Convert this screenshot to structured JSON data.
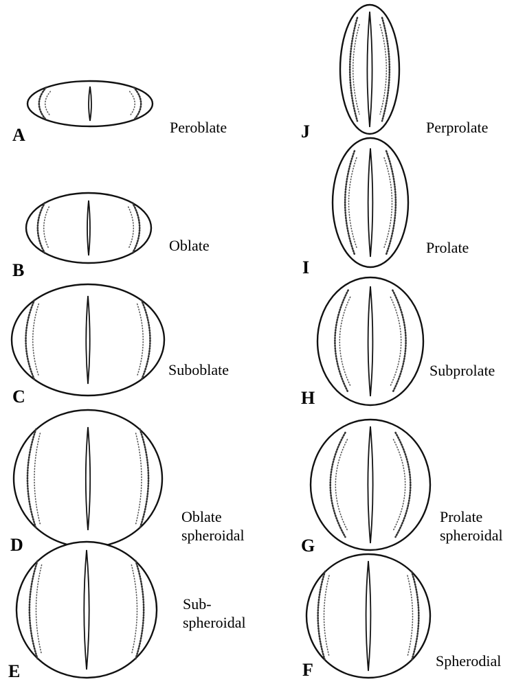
{
  "grains": [
    {
      "id": "A",
      "letter": "A",
      "lines": [
        "Peroblate"
      ]
    },
    {
      "id": "B",
      "letter": "B",
      "lines": [
        "Oblate"
      ]
    },
    {
      "id": "C",
      "letter": "C",
      "lines": [
        "Suboblate"
      ]
    },
    {
      "id": "D",
      "letter": "D",
      "lines": [
        "Oblate",
        "spheroidal"
      ]
    },
    {
      "id": "E",
      "letter": "E",
      "lines": [
        "Sub-",
        "spheroidal"
      ]
    },
    {
      "id": "F",
      "letter": "F",
      "lines": [
        "Spherodial"
      ]
    },
    {
      "id": "G",
      "letter": "G",
      "lines": [
        "Prolate",
        "spheroidal"
      ]
    },
    {
      "id": "H",
      "letter": "H",
      "lines": [
        "Subprolate"
      ]
    },
    {
      "id": "I",
      "letter": "I",
      "lines": [
        "Prolate"
      ]
    },
    {
      "id": "J",
      "letter": "J",
      "lines": [
        "Perprolate"
      ]
    }
  ]
}
